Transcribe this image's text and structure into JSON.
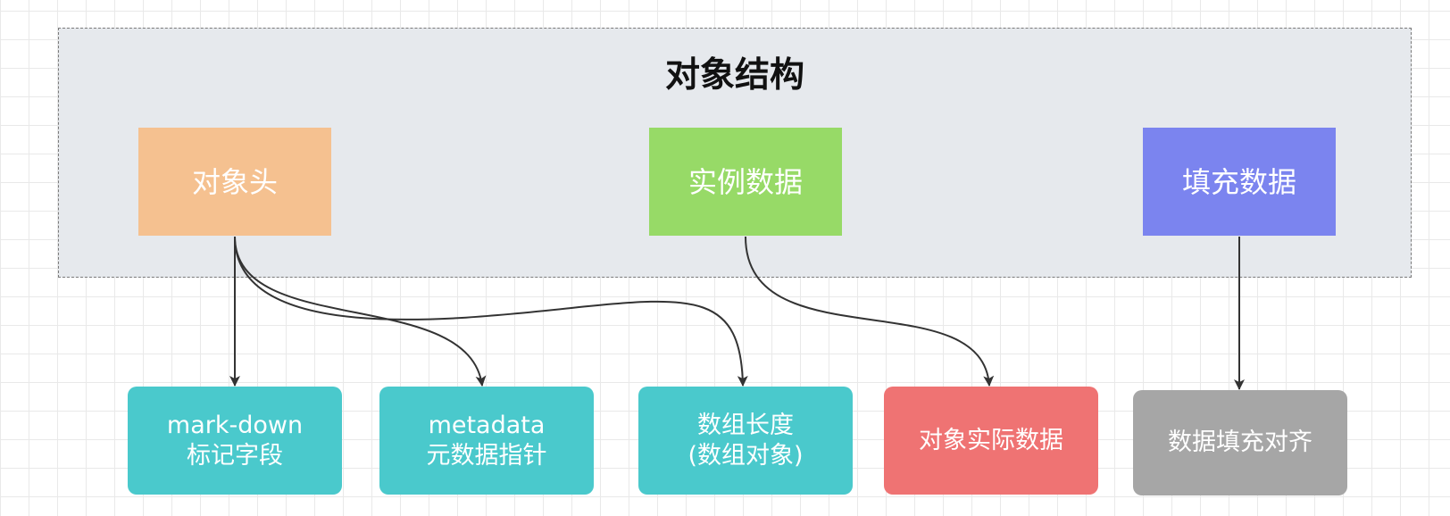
{
  "group": {
    "title": "对象结构",
    "fill": "#e6e9ed"
  },
  "nodes": {
    "header": {
      "label": "对象头",
      "color": "#f5c190"
    },
    "instance": {
      "label": "实例数据",
      "color": "#97da67"
    },
    "padding": {
      "label": "填充数据",
      "color": "#7b84ef"
    },
    "mark": {
      "line1": "mark-down",
      "line2": "标记字段",
      "color": "#4ac9cc"
    },
    "meta": {
      "line1": "metadata",
      "line2": "元数据指针",
      "color": "#4ac9cc"
    },
    "arrlen": {
      "line1": "数组长度",
      "line2": "(数组对象)",
      "color": "#4ac9cc"
    },
    "objdata": {
      "label": "对象实际数据",
      "color": "#ef7373"
    },
    "align": {
      "label": "数据填充对齐",
      "color": "#a6a6a6"
    }
  },
  "edges": [
    {
      "from": "header",
      "to": "mark"
    },
    {
      "from": "header",
      "to": "meta"
    },
    {
      "from": "header",
      "to": "arrlen"
    },
    {
      "from": "instance",
      "to": "objdata"
    },
    {
      "from": "padding",
      "to": "align"
    }
  ]
}
